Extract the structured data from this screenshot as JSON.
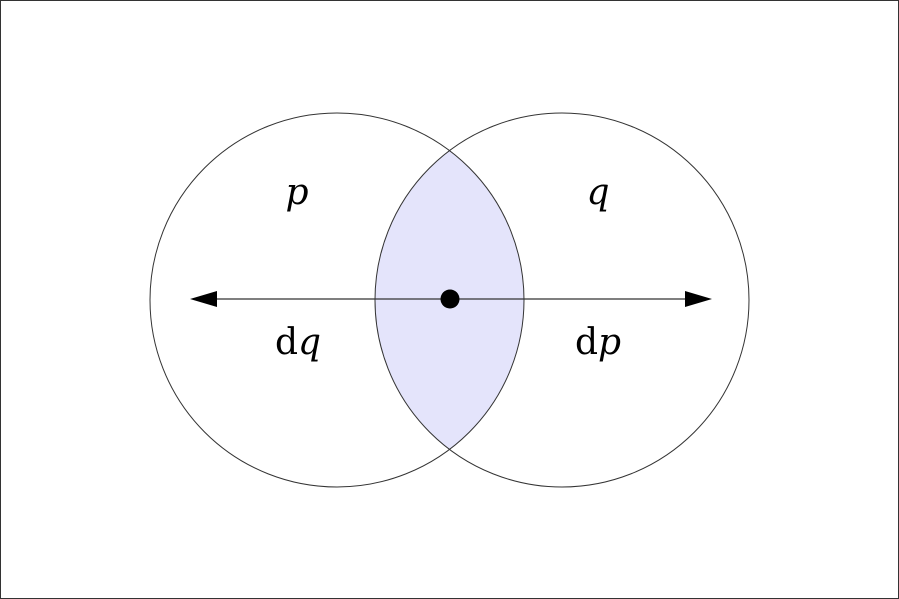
{
  "labels": {
    "left_top": "p",
    "right_top": "q",
    "left_bottom_d": "d",
    "left_bottom_var": "q",
    "right_bottom_d": "d",
    "right_bottom_var": "p"
  },
  "colors": {
    "intersection_fill": "#e4e4fb",
    "stroke": "#333333"
  }
}
